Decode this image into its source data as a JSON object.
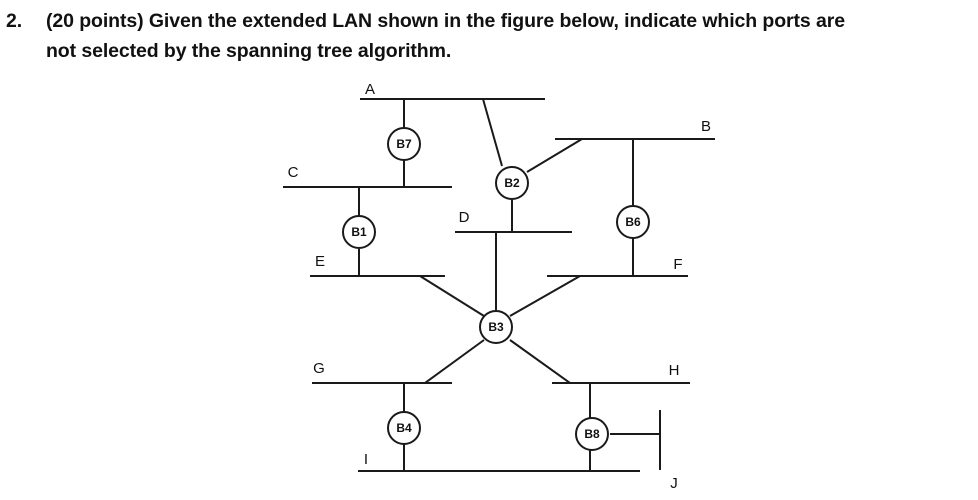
{
  "question": {
    "number": "2.",
    "points": "(20 points)",
    "text_line1": "Given the extended LAN shown in the figure below, indicate which ports are",
    "text_line2": "not selected by the spanning tree algorithm."
  },
  "diagram": {
    "lans": [
      "A",
      "B",
      "C",
      "D",
      "E",
      "F",
      "G",
      "H",
      "I",
      "J"
    ],
    "bridges": [
      "B7",
      "B2",
      "B6",
      "B1",
      "B3",
      "B4",
      "B8"
    ],
    "links": [
      [
        "B7",
        "A"
      ],
      [
        "B7",
        "C"
      ],
      [
        "B2",
        "A"
      ],
      [
        "B2",
        "B"
      ],
      [
        "B2",
        "D"
      ],
      [
        "B6",
        "B"
      ],
      [
        "B6",
        "F"
      ],
      [
        "B1",
        "C"
      ],
      [
        "B1",
        "E"
      ],
      [
        "B3",
        "D"
      ],
      [
        "B3",
        "E"
      ],
      [
        "B3",
        "F"
      ],
      [
        "B3",
        "G"
      ],
      [
        "B3",
        "H"
      ],
      [
        "B4",
        "G"
      ],
      [
        "B4",
        "I"
      ],
      [
        "B8",
        "H"
      ],
      [
        "B8",
        "I"
      ],
      [
        "B8",
        "J"
      ]
    ]
  }
}
